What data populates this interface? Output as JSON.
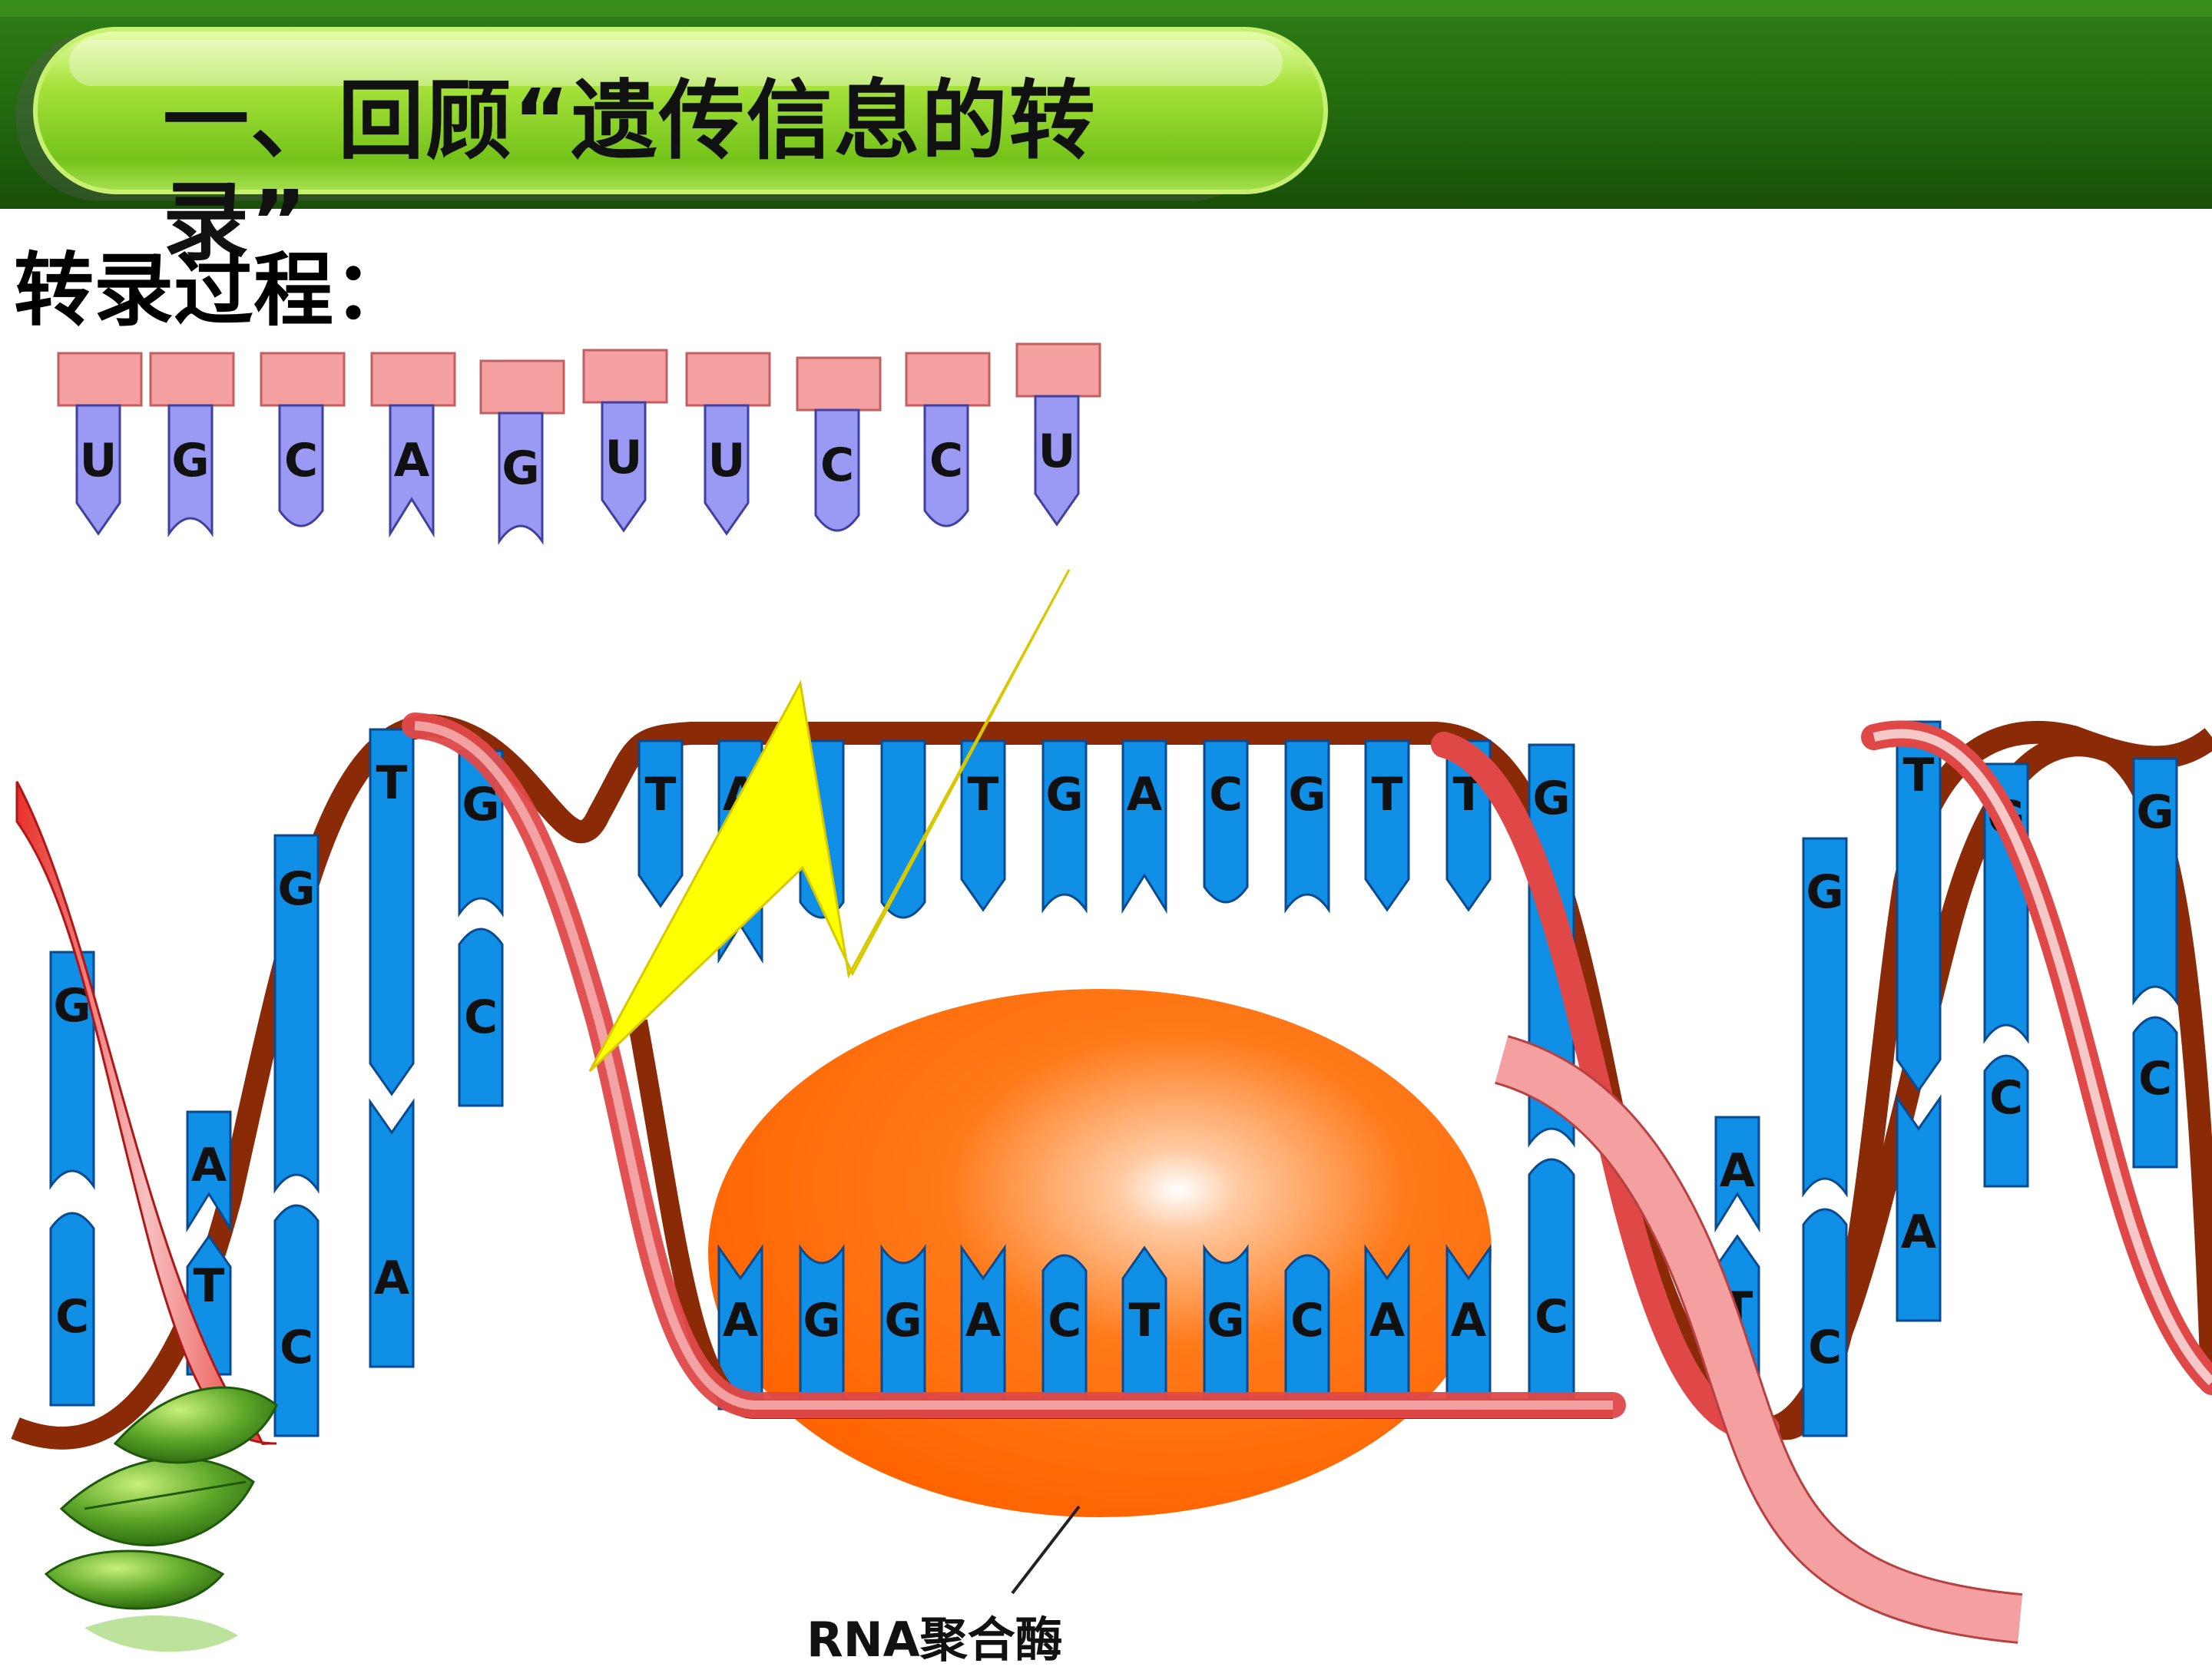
{
  "slide": {
    "title": "一、回顾“遗传信息的转录”",
    "subtitle": "转录过程：",
    "enzyme_label": "RNA聚合酶"
  },
  "free_nucleotides": [
    "U",
    "G",
    "C",
    "A",
    "G",
    "U",
    "U",
    "C",
    "C",
    "U"
  ],
  "dna_left": {
    "top": [
      "G",
      "A",
      "G",
      "T",
      "G"
    ],
    "bottom": [
      "C",
      "T",
      "C",
      "A",
      "C"
    ]
  },
  "template_strand_top": [
    "T",
    "A",
    "T",
    "G",
    "A",
    "C",
    "G",
    "T",
    "T"
  ],
  "open_strand_bottom": [
    "A",
    "G",
    "G",
    "A",
    "C",
    "T",
    "G",
    "C",
    "A",
    "A"
  ],
  "junction": {
    "top": "G",
    "bottom": "C"
  },
  "dna_right": {
    "top": [
      "A",
      "G",
      "T",
      "G",
      "G"
    ],
    "bottom": [
      "T",
      "C",
      "A",
      "C",
      "C"
    ]
  },
  "colors": {
    "header_dark": "#1f6a0e",
    "header_light": "#3a8a1f",
    "pill_green": "#8fd62a",
    "base_blue": "#0f8fe6",
    "nucleotide_pink": "#f5a0a0",
    "nucleotide_purple": "#9a9af5",
    "backbone_brown": "#8b2a06",
    "backbone_red": "#e8302a",
    "enzyme_orange": "#ff6a00",
    "bolt_yellow": "#ffff00"
  },
  "icons": [
    "leaf-icon",
    "lightning-bolt-icon"
  ]
}
